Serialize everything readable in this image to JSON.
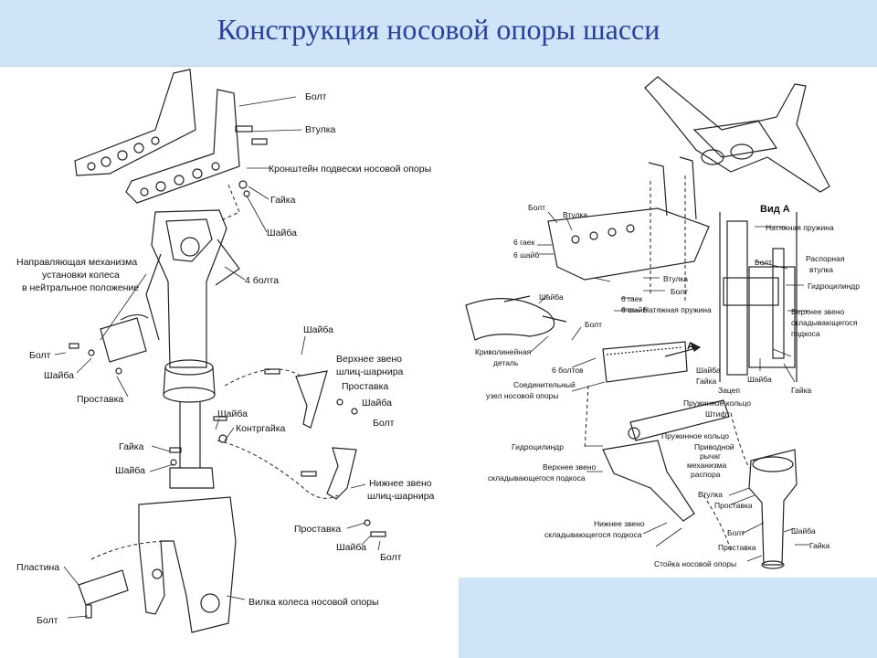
{
  "title": "Конструкция носовой опоры шасси",
  "left": {
    "bolt1": "Болт",
    "sleeve1": "Втулка",
    "bracket": "Кронштейн подвески носовой опоры",
    "nut1": "Гайка",
    "washer1": "Шайба",
    "bolts4": "4 болта",
    "guide1": "Направляющая механизма",
    "guide2": "установки колеса",
    "guide3": "в нейтральное положение",
    "bolt2": "Болт",
    "washer2": "Шайба",
    "spacer1": "Проставка",
    "washer3": "Шайба",
    "upper1": "Верхнее звено",
    "upper2": "шлиц-шарнира",
    "spacer2": "Проставка",
    "washer4": "Шайба",
    "bolt3": "Болт",
    "washer5": "Шайба",
    "locknut": "Контргайка",
    "nut2": "Гайка",
    "washer6": "Шайба",
    "lower1": "Нижнее звено",
    "lower2": "шлиц-шарнира",
    "spacer3": "Проставка",
    "washer7": "Шайба",
    "bolt4": "Болт",
    "plate": "Пластина",
    "bolt5": "Болт",
    "fork": "Вилка колеса носовой опоры"
  },
  "right": {
    "view_a": "Вид А",
    "tension_spring1": "Натяжная пружина",
    "bolt1": "Болт",
    "sleeve1": "Втулка",
    "nuts6a": "6 гаек",
    "washers6a": "6 шайб",
    "spacer_sleeve1": "Распорная",
    "spacer_sleeve2": "втулка",
    "bolt_v": "Болт",
    "hydro1": "Гидроцилиндр",
    "upper_fold1": "Верхнее звено",
    "upper_fold2": "складывающегося",
    "upper_fold3": "подкоса",
    "washer1": "Шайба",
    "nuts6b": "6 гаек",
    "washers6b": "6 шайб",
    "sleeve2": "Втулка",
    "bolt2": "Болт",
    "bolt3": "Болт",
    "tension_spring2": "Натяжная пружина",
    "curvilinear1": "Криволинейная",
    "curvilinear2": "деталь",
    "bolts6": "6 болтов",
    "a_mark": "А",
    "washer2": "Шайба",
    "nut1": "Гайка",
    "washer_v": "Шайба",
    "nut_v": "Гайка",
    "connector1": "Соединительный",
    "connector2": "узел носовой опоры",
    "hook": "Зацеп",
    "spring_ring1": "Пружинное кольцо",
    "pin": "Штифт",
    "spring_ring2": "Пружинное кольцо",
    "drive_lever1": "Приводной",
    "drive_lever2": "рычаг",
    "drive_lever3": "механизма",
    "drive_lever4": "распора",
    "hydro2": "Гидроцилиндр",
    "upper_link1": "Верхнее звено",
    "upper_link2": "складывающегося подкоса",
    "sleeve3": "Втулка",
    "spacer1": "Проставка",
    "lower_link1": "Нижнее звено",
    "lower_link2": "складывающегося подкоса",
    "bolt4": "Болт",
    "washer3": "Шайба",
    "nut2": "Гайка",
    "spacer2": "Проставка",
    "strut": "Стойка носовой опоры"
  }
}
